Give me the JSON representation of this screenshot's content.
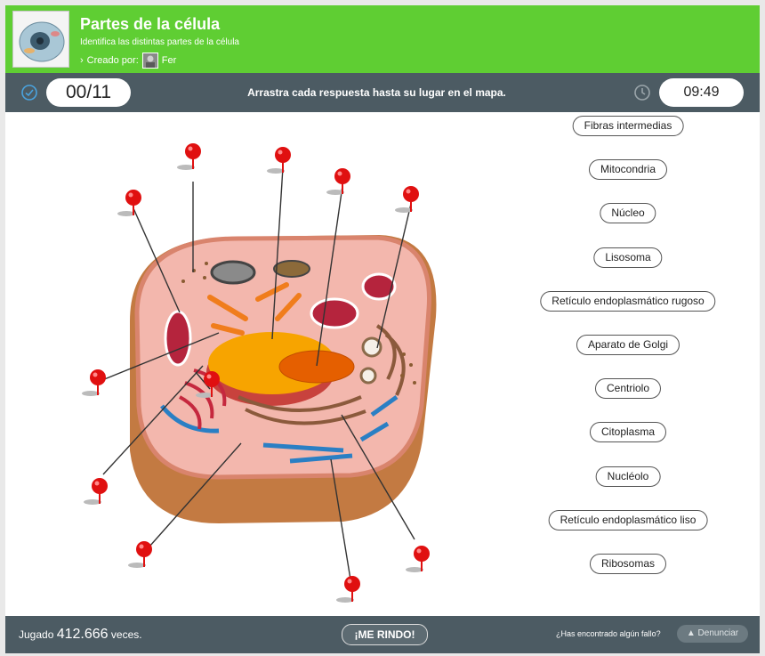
{
  "header": {
    "title": "Partes de la célula",
    "subtitle": "Identifica las distintas partes de la célula",
    "creator_label": "Creado por:",
    "creator_name": "Fer"
  },
  "toolbar": {
    "score": "00/11",
    "instruction": "Arrastra cada respuesta hasta su lugar en el mapa.",
    "timer": "09:49",
    "score_icon": "check-circle-icon",
    "timer_icon": "clock-icon"
  },
  "answers": [
    "Fibras intermedias",
    "Mitocondria",
    "Núcleo",
    "Lisosoma",
    "Retículo endoplasmático rugoso",
    "Aparato de Golgi",
    "Centriolo",
    "Citoplasma",
    "Nucléolo",
    "Retículo endoplasmático liso",
    "Ribosomas"
  ],
  "map": {
    "pin_count": 11,
    "pin_color": "#e01010"
  },
  "footer": {
    "played_prefix": "Jugado",
    "played_count": "412.666",
    "played_suffix": "veces.",
    "give_up": "¡ME RINDO!",
    "bug_question": "¿Has encontrado algún fallo?",
    "report": "Denunciar"
  },
  "colors": {
    "header_green": "#5fce33",
    "toolbar_gray": "#4c5b63"
  }
}
